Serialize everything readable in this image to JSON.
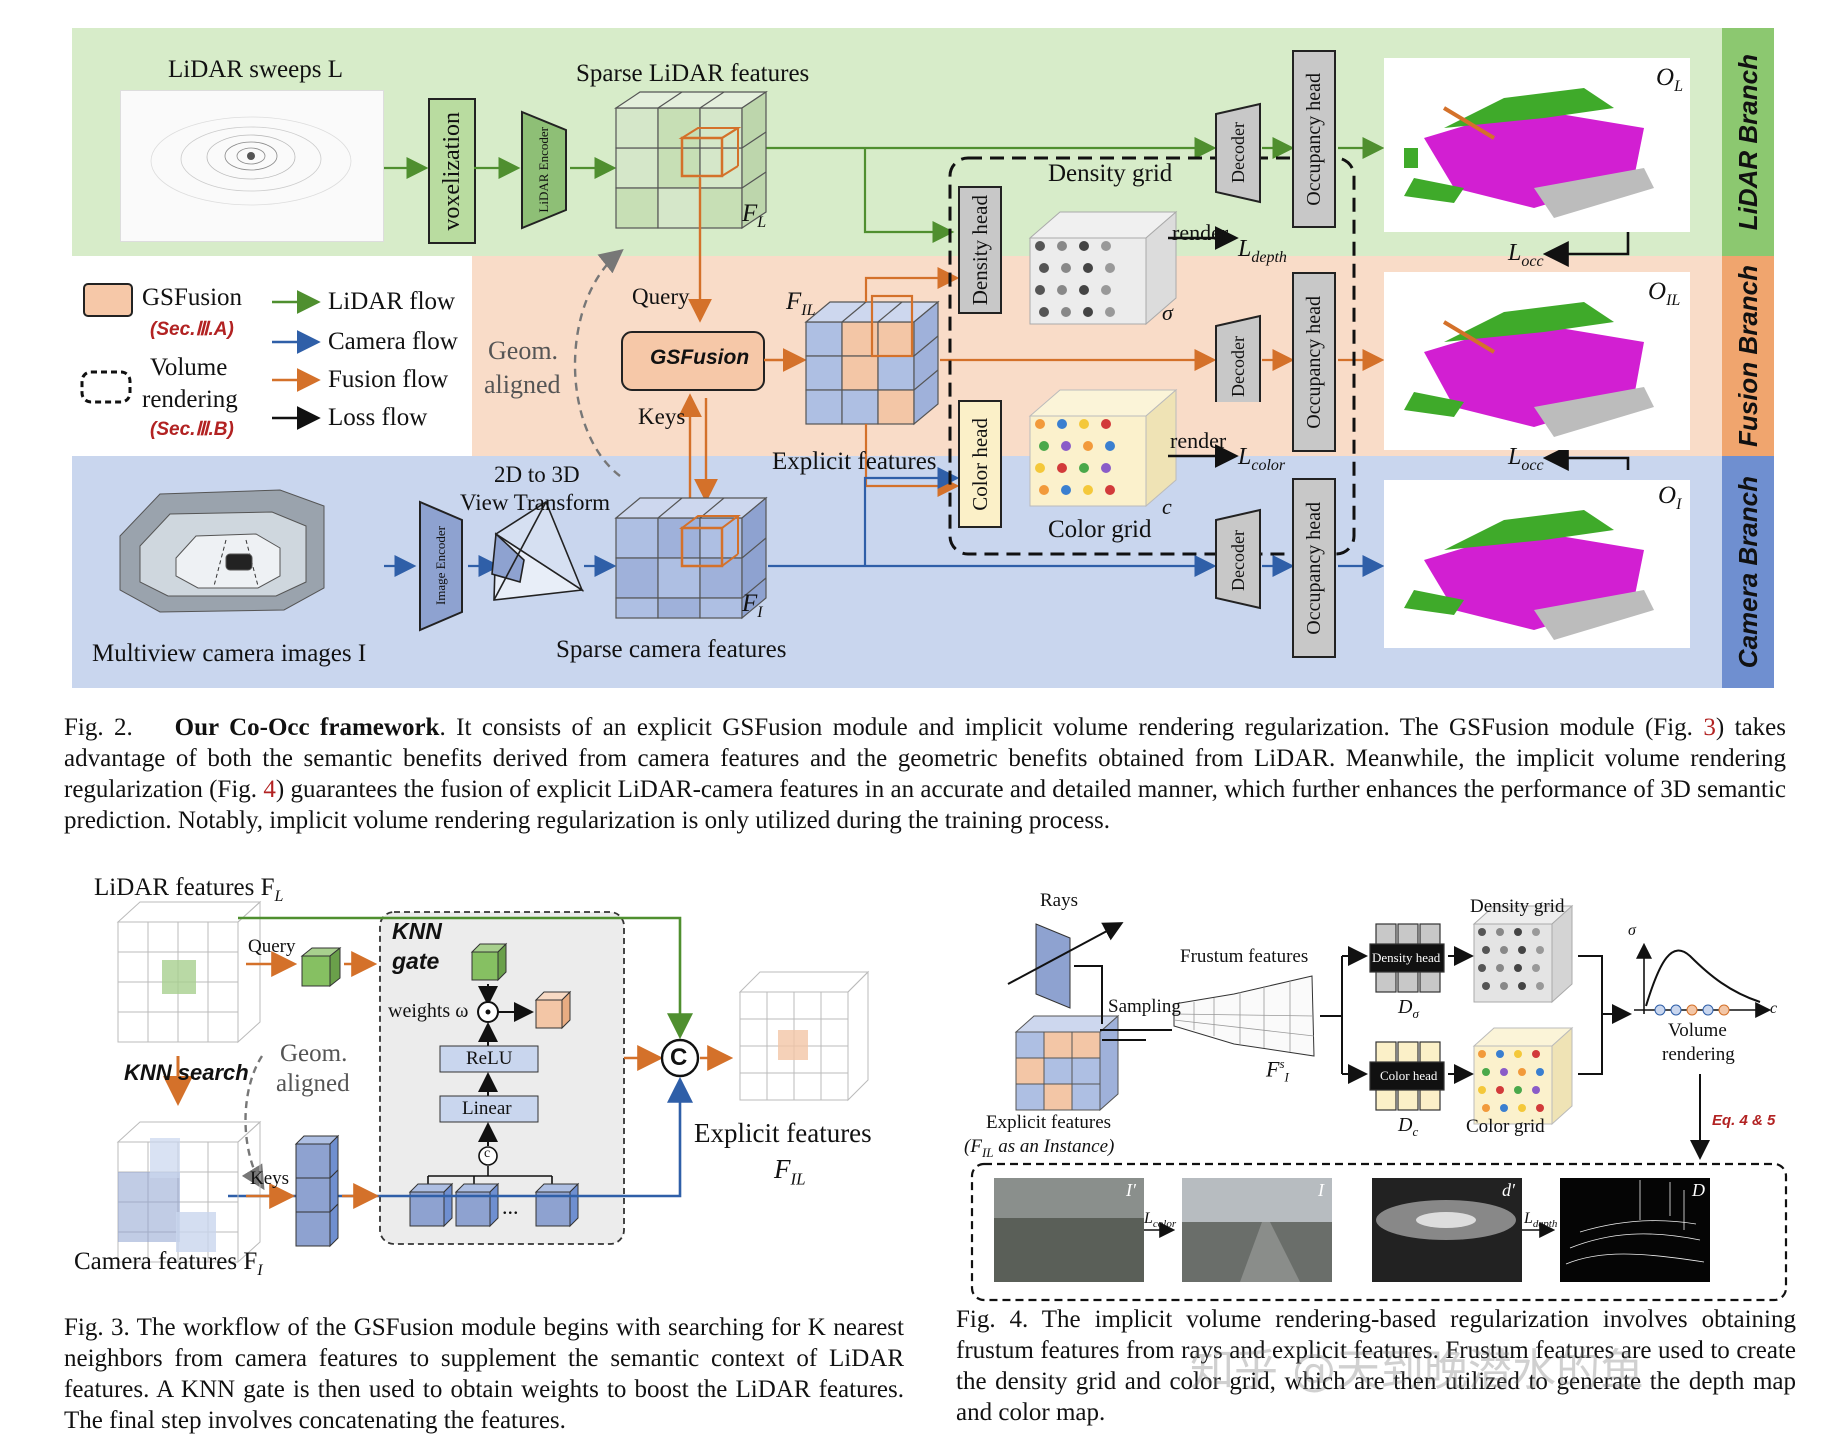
{
  "fig2": {
    "branches": {
      "lidar": "LiDAR Branch",
      "fusion": "Fusion Branch",
      "camera": "Camera Branch"
    },
    "colors": {
      "lidar_band": "#d7ecc9",
      "fusion_band": "#f9dcc8",
      "camera_band": "#c9d6ee",
      "lidar_tab": "#8cc870",
      "fusion_tab": "#f0a56e",
      "camera_tab": "#6f8fd0",
      "lidar_flow": "#4f8f2f",
      "camera_flow": "#2f5fa8",
      "fusion_flow": "#d4712a",
      "gsfusion_fill": "#f6c8a8",
      "occ_magenta": "#d21fd2",
      "occ_green": "#3faa2a"
    },
    "labels": {
      "lidar_sweeps": "LiDAR sweeps L",
      "voxelization": "voxelization",
      "lidar_encoder": "LiDAR Encoder",
      "sparse_lidar": "Sparse LiDAR features",
      "f_l": "F",
      "f_l_sub": "L",
      "density_grid": "Density grid",
      "density_head": "Density head",
      "render1": "render",
      "l_depth": "L",
      "l_depth_sub": "depth",
      "sigma": "σ",
      "decoder": "Decoder",
      "occupancy_head": "Occupancy head",
      "o_l": "O",
      "o_l_sub": "L",
      "o_il": "O",
      "o_il_sub": "IL",
      "o_i": "O",
      "o_i_sub": "I",
      "l_occ": "L",
      "l_occ_sub": "occ",
      "query": "Query",
      "keys": "Keys",
      "gsfusion": "GSFusion",
      "f_il": "F",
      "f_il_sub": "IL",
      "explicit_features": "Explicit features",
      "color_head": "Color head",
      "render2": "render",
      "l_color": "L",
      "l_color_sub": "color",
      "color_grid": "Color grid",
      "c": "c",
      "geom": "Geom.",
      "aligned": "aligned",
      "two_d_to_3d": "2D to 3D",
      "view_transform": "View Transform",
      "image_encoder": "Image Encoder",
      "multiview": "Multiview camera images I",
      "sparse_camera": "Sparse camera features",
      "f_i": "F",
      "f_i_sub": "I"
    },
    "legend": {
      "gsfusion": "GSFusion",
      "gsfusion_ref": "(Sec.Ⅲ.A)",
      "volume": "Volume",
      "rendering": "rendering",
      "volume_ref": "(Sec.Ⅲ.B)",
      "lidar_flow": "LiDAR flow",
      "camera_flow": "Camera flow",
      "fusion_flow": "Fusion flow",
      "loss_flow": "Loss flow"
    },
    "caption": {
      "prefix": "Fig. 2.",
      "title": "Our Co-Occ framework",
      "p1": ". It consists of an explicit GSFusion module and implicit volume rendering regularization. The GSFusion module (Fig. ",
      "r1": "3",
      "p2": ") takes advantage of both the semantic benefits derived from camera features and the geometric benefits obtained from LiDAR. Meanwhile, the implicit volume rendering regularization (Fig. ",
      "r2": "4",
      "p3": ") guarantees the fusion of explicit LiDAR-camera features in an accurate and detailed manner, which further enhances the performance of 3D semantic prediction. Notably, implicit volume rendering regularization is only utilized during the training process."
    }
  },
  "fig3": {
    "lidar_features": "LiDAR features F",
    "lidar_features_sub": "L",
    "query": "Query",
    "knn": "KNN",
    "gate": "gate",
    "weights": "weights ω",
    "relu": "ReLU",
    "linear": "Linear",
    "c_small": "c",
    "dots": "...",
    "knn_search": "KNN search",
    "geom": "Geom.",
    "aligned": "aligned",
    "keys": "Keys",
    "concat": "C",
    "explicit_features": "Explicit features",
    "f_il": "F",
    "f_il_sub": "IL",
    "camera_features": "Camera features F",
    "camera_features_sub": "I",
    "caption": "Fig. 3.   The workflow of the GSFusion module begins with searching for K nearest neighbors from camera features to supplement the semantic context of LiDAR features. A KNN gate is then used to obtain weights to boost the LiDAR features. The final step involves concatenating the features."
  },
  "fig4": {
    "rays": "Rays",
    "frustum_features": "Frustum features",
    "sampling": "Sampling",
    "f_i_s": "F",
    "f_i_s_sub": "I",
    "f_i_s_sup": "s",
    "density_grid": "Density grid",
    "density_head": "Density head",
    "d_sigma": "D",
    "d_sigma_sub": "σ",
    "color_head": "Color head",
    "d_c": "D",
    "d_c_sub": "c",
    "color_grid": "Color grid",
    "sigma": "σ",
    "c": "c",
    "volume": "Volume",
    "rendering": "rendering",
    "explicit_features": "Explicit features",
    "instance": "(F",
    "instance_sub": "IL",
    "instance_rest": " as an Instance)",
    "eq": "Eq. 4 & 5",
    "i_prime": "I′",
    "l_color": "L",
    "l_color_sub": "color",
    "i": "I",
    "d_prime": "d′",
    "l_depth": "L",
    "l_depth_sub": "depth",
    "d": "D",
    "caption": "Fig. 4.   The implicit volume rendering-based regularization involves obtaining frustum features from rays and explicit features. Frustum features are used to create the density grid and color grid, which are then utilized to generate the depth map and color map.",
    "watermark": "知乎 @天到晚潜水的鱼"
  }
}
